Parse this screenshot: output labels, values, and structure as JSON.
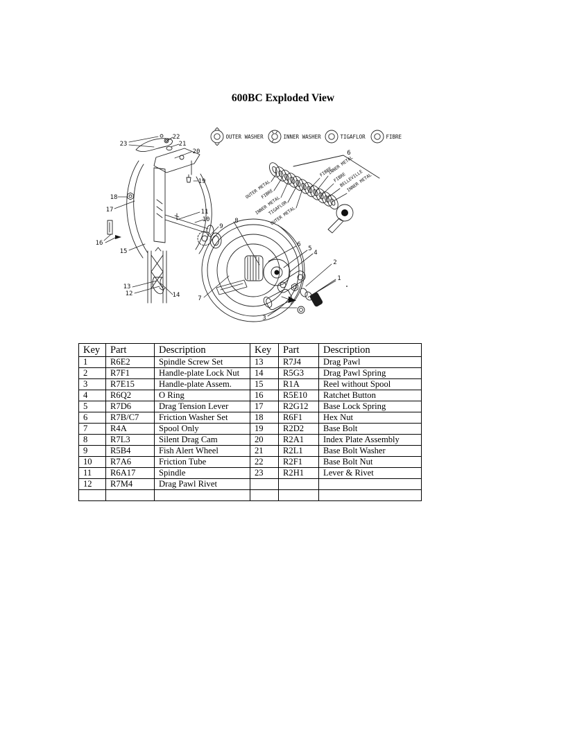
{
  "page": {
    "title": "600BC Exploded View"
  },
  "legend": [
    {
      "icon": "outer-washer-icon",
      "label": "OUTER WASHER"
    },
    {
      "icon": "inner-washer-icon",
      "label": "INNER WASHER"
    },
    {
      "icon": "tigaflor-washer-icon",
      "label": "TIGAFLOR"
    },
    {
      "icon": "fibre-washer-icon",
      "label": "FIBRE"
    }
  ],
  "diagram": {
    "callouts": [
      "1",
      "2",
      "3",
      "4",
      "5",
      "6",
      "6",
      "7",
      "8",
      "9",
      "10",
      "11",
      "12",
      "13",
      "14",
      "15",
      "16",
      "17",
      "18",
      "19",
      "20",
      "21",
      "22",
      "23"
    ],
    "stack_labels_left": [
      "OUTER METAL",
      "FIBRE",
      "INNER METAL",
      "TIGAFLOR",
      "OUTER METAL"
    ],
    "stack_labels_right": [
      "FIBRE",
      "INNER METAL",
      "FIBRE",
      "BELLEVILLE",
      "INNER METAL"
    ]
  },
  "table": {
    "headers": [
      "Key",
      "Part",
      "Description"
    ],
    "left_rows": [
      {
        "key": "1",
        "part": "R6E2",
        "desc": "Spindle Screw Set"
      },
      {
        "key": "2",
        "part": "R7F1",
        "desc": "Handle-plate Lock Nut"
      },
      {
        "key": "3",
        "part": "R7E15",
        "desc": "Handle-plate Assem."
      },
      {
        "key": "4",
        "part": "R6Q2",
        "desc": "O Ring"
      },
      {
        "key": "5",
        "part": "R7D6",
        "desc": "Drag Tension Lever"
      },
      {
        "key": "6",
        "part": "R7B/C7",
        "desc": "Friction Washer Set"
      },
      {
        "key": "7",
        "part": "R4A",
        "desc": "Spool Only"
      },
      {
        "key": "8",
        "part": "R7L3",
        "desc": "Silent Drag Cam"
      },
      {
        "key": "9",
        "part": "R5B4",
        "desc": "Fish Alert Wheel"
      },
      {
        "key": "10",
        "part": "R7A6",
        "desc": "Friction Tube"
      },
      {
        "key": "11",
        "part": "R6A17",
        "desc": "Spindle"
      },
      {
        "key": "12",
        "part": "R7M4",
        "desc": "Drag Pawl Rivet"
      }
    ],
    "right_rows": [
      {
        "key": "13",
        "part": "R7J4",
        "desc": "Drag Pawl"
      },
      {
        "key": "14",
        "part": "R5G3",
        "desc": "Drag Pawl Spring"
      },
      {
        "key": "15",
        "part": "R1A",
        "desc": "Reel without Spool"
      },
      {
        "key": "16",
        "part": "R5E10",
        "desc": "Ratchet Button"
      },
      {
        "key": "17",
        "part": "R2G12",
        "desc": "Base Lock Spring"
      },
      {
        "key": "18",
        "part": "R6F1",
        "desc": "Hex Nut"
      },
      {
        "key": "19",
        "part": "R2D2",
        "desc": "Base Bolt"
      },
      {
        "key": "20",
        "part": "R2A1",
        "desc": "Index Plate Assembly"
      },
      {
        "key": "21",
        "part": "R2L1",
        "desc": "Base Bolt Washer"
      },
      {
        "key": "22",
        "part": "R2F1",
        "desc": "Base Bolt Nut"
      },
      {
        "key": "23",
        "part": "R2H1",
        "desc": "Lever & Rivet"
      }
    ]
  }
}
